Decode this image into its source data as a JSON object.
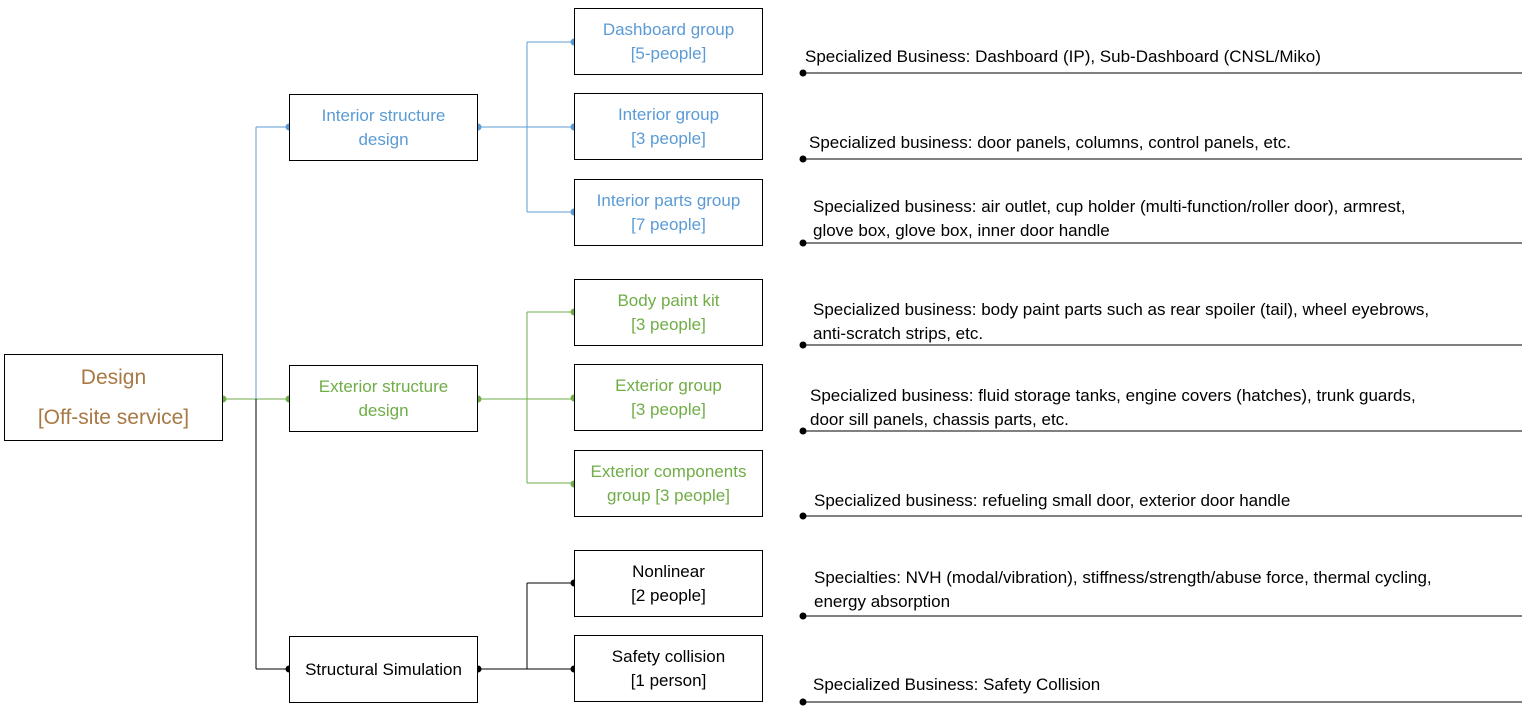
{
  "colors": {
    "interior": "#5b9bd5",
    "exterior": "#70ad47",
    "root_text": "#a87845",
    "simulation": "#000000"
  },
  "root": {
    "label": "Design\n[Off-site service]"
  },
  "branches": {
    "interior": {
      "label": "Interior structure\ndesign"
    },
    "exterior": {
      "label": "Exterior structure\ndesign"
    },
    "simulation": {
      "label": "Structural Simulation"
    }
  },
  "groups": [
    {
      "label": "Dashboard group\n[5-people]",
      "description": "Specialized Business: Dashboard (IP), Sub-Dashboard (CNSL/Miko)"
    },
    {
      "label": "Interior group\n[3 people]",
      "description": "Specialized business: door panels, columns, control panels, etc."
    },
    {
      "label": "Interior parts group\n[7 people]",
      "description": "Specialized business: air outlet, cup holder (multi-function/roller door), armrest,\nglove box, glove box, inner door handle"
    },
    {
      "label": "Body paint kit\n[3 people]",
      "description": "Specialized business: body paint parts such as rear spoiler (tail), wheel eyebrows,\nanti-scratch strips, etc."
    },
    {
      "label": "Exterior group\n[3 people]",
      "description": "Specialized business: fluid storage tanks, engine covers (hatches), trunk guards,\ndoor sill panels, chassis parts, etc."
    },
    {
      "label": "Exterior components\ngroup [3 people]",
      "description": "Specialized business: refueling small door, exterior door handle"
    },
    {
      "label": "Nonlinear\n[2 people]",
      "description": "Specialties: NVH (modal/vibration), stiffness/strength/abuse force, thermal cycling,\nenergy absorption"
    },
    {
      "label": "Safety collision\n[1 person]",
      "description": "Specialized Business: Safety Collision"
    }
  ]
}
